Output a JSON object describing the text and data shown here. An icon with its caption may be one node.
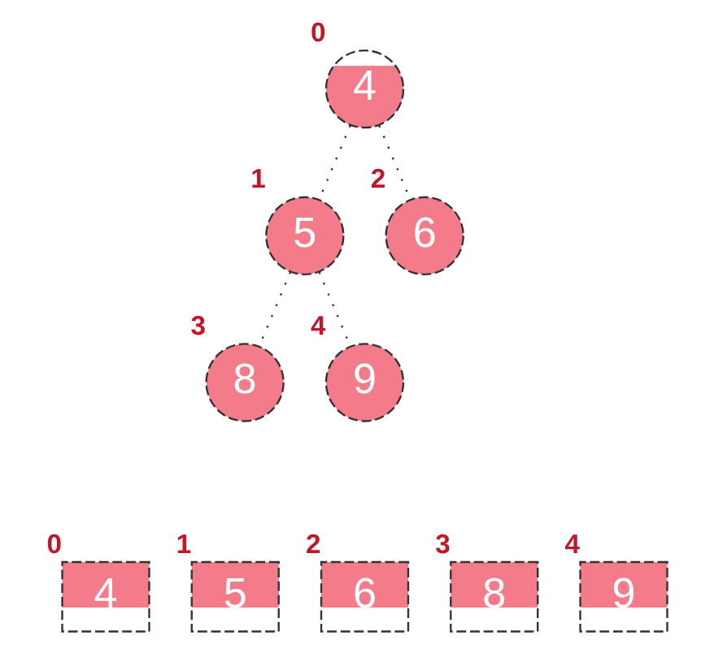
{
  "diagram": {
    "nodes": [
      {
        "text": [
          "4"
        ],
        "beside": [
          "0"
        ]
      },
      {
        "text": [
          "5"
        ],
        "beside": [
          "1"
        ]
      },
      {
        "text": [
          "6"
        ],
        "beside": [
          "2"
        ]
      },
      {
        "text": [
          "8"
        ],
        "beside": [
          "3"
        ]
      },
      {
        "text": [
          "9"
        ],
        "beside": [
          "4"
        ]
      },
      {
        "text": [
          "4"
        ],
        "beside": [
          "0"
        ]
      },
      {
        "text": [
          "5"
        ],
        "beside": [
          "1"
        ]
      },
      {
        "text": [
          "6"
        ],
        "beside": [
          "2"
        ]
      },
      {
        "text": [
          "8"
        ],
        "beside": [
          "3"
        ]
      },
      {
        "text": [
          "9"
        ],
        "beside": [
          "4"
        ]
      }
    ],
    "edges": [
      {
        "from": 0,
        "to": 1,
        "arrow": "none"
      },
      {
        "from": 0,
        "to": 2,
        "arrow": "none"
      },
      {
        "from": 1,
        "to": 3,
        "arrow": "none"
      },
      {
        "from": 1,
        "to": 4,
        "arrow": "none"
      }
    ]
  }
}
